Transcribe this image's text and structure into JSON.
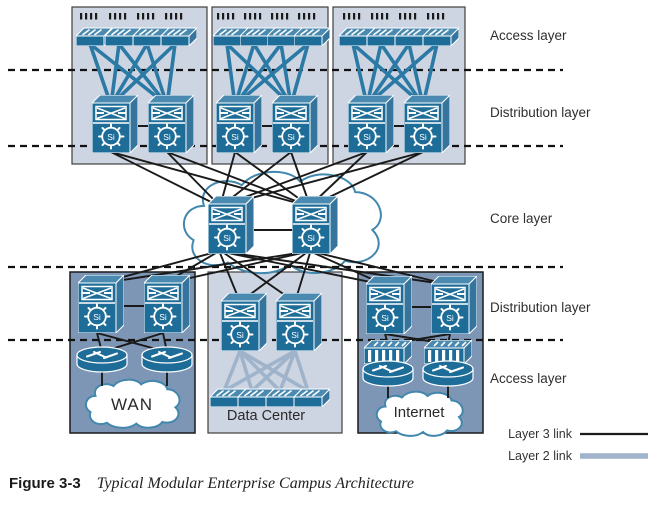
{
  "figure": {
    "label": "Figure 3-3",
    "title": "Typical Modular Enterprise Campus Architecture"
  },
  "layers": {
    "access_top": "Access layer",
    "distribution_top": "Distribution layer",
    "core": "Core layer",
    "distribution_bottom": "Distribution layer",
    "access_bottom": "Access layer"
  },
  "regions": {
    "wan": "WAN",
    "data_center": "Data Center",
    "internet": "Internet"
  },
  "legend": {
    "layer3": "Layer 3 link",
    "layer2": "Layer 2 link"
  },
  "icons": {
    "si_label": "Si"
  },
  "colors": {
    "device_blue": "#1e6d99",
    "device_blue_light": "#4a8ab0",
    "box_light": "#cdd5e2",
    "box_dark": "#7e96b5",
    "layer2_link": "#2b79a5",
    "layer2_link_light": "#9fb4cb",
    "layer3_link": "#1a1a1a",
    "cloud_outline": "#4287ad"
  }
}
